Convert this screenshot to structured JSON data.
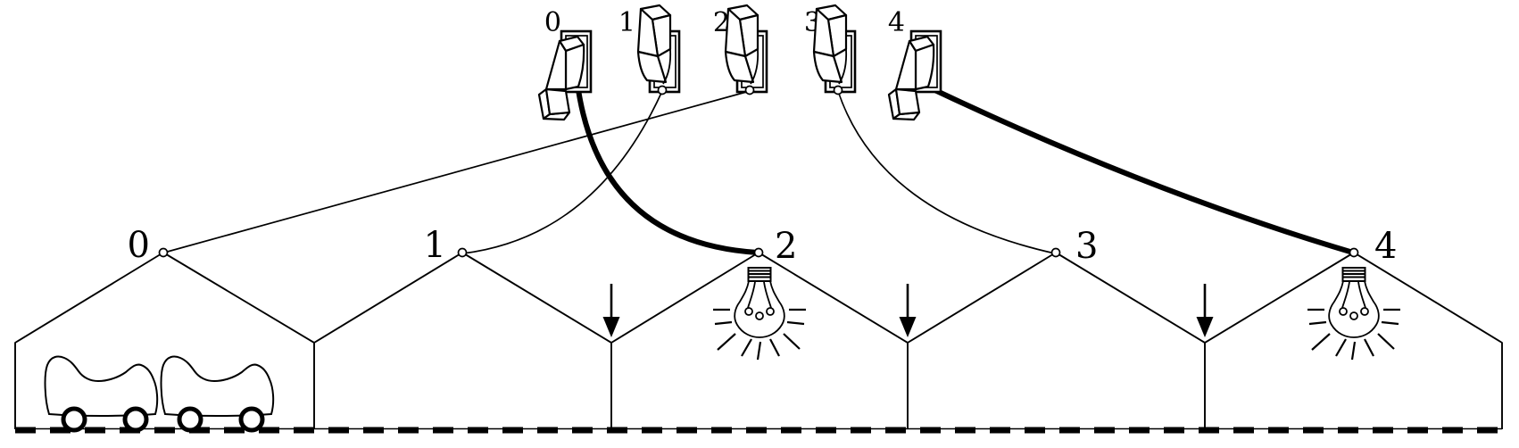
{
  "figure": {
    "colors": {
      "ink": "#000000",
      "paper": "#ffffff"
    },
    "switches": [
      {
        "label": "0",
        "lever": "down",
        "wire": "thick",
        "connects_to_node": "2"
      },
      {
        "label": "1",
        "lever": "up",
        "wire": "thin",
        "connects_to_node": "1"
      },
      {
        "label": "2",
        "lever": "up",
        "wire": "thin",
        "connects_to_node": "0"
      },
      {
        "label": "3",
        "lever": "up",
        "wire": "thin",
        "connects_to_node": "3"
      },
      {
        "label": "4",
        "lever": "down",
        "wire": "thick",
        "connects_to_node": "4"
      }
    ],
    "nodes": [
      {
        "label": "0",
        "feature": "garage-with-cars"
      },
      {
        "label": "1",
        "feature": "none"
      },
      {
        "label": "2",
        "feature": "lit-bulb"
      },
      {
        "label": "3",
        "feature": "none"
      },
      {
        "label": "4",
        "feature": "lit-bulb"
      }
    ],
    "car_count": 2,
    "down_arrows_at_walls": [
      "wall-1-2",
      "wall-2-3",
      "wall-3-4"
    ],
    "ground_style": "thick-dashed-over-thin-line"
  }
}
